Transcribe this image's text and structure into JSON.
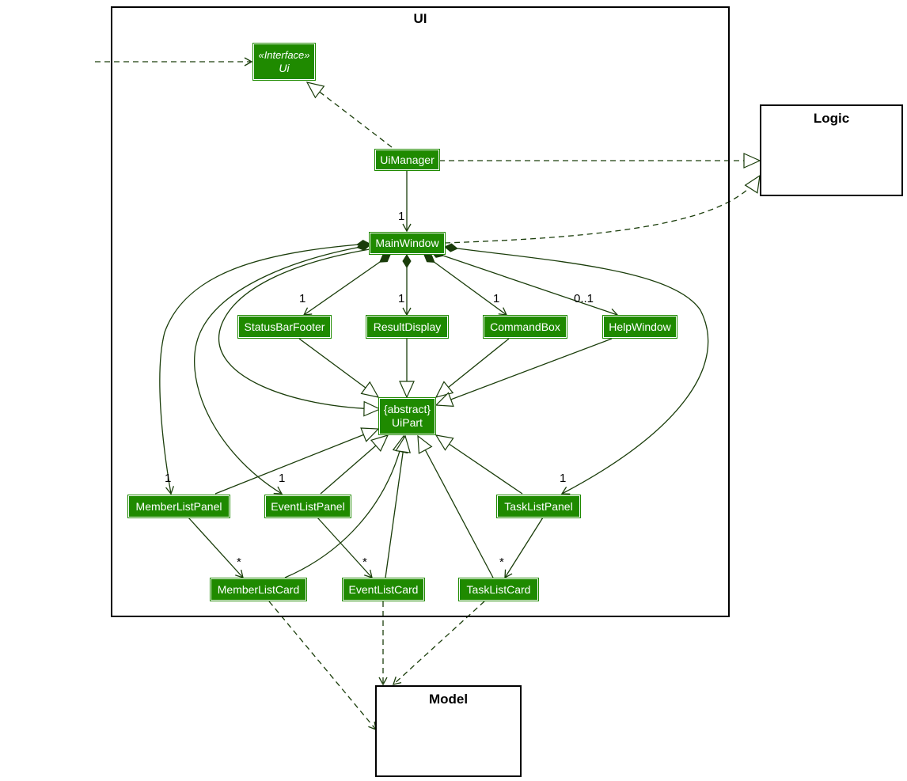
{
  "packages": {
    "ui": "UI",
    "logic": "Logic",
    "model": "Model"
  },
  "classes": {
    "ui_interface": {
      "stereotype": "«Interface»",
      "name": "Ui"
    },
    "ui_manager": "UiManager",
    "main_window": "MainWindow",
    "status_bar_footer": "StatusBarFooter",
    "result_display": "ResultDisplay",
    "command_box": "CommandBox",
    "help_window": "HelpWindow",
    "ui_part": {
      "stereotype": "{abstract}",
      "name": "UiPart"
    },
    "member_list_panel": "MemberListPanel",
    "event_list_panel": "EventListPanel",
    "task_list_panel": "TaskListPanel",
    "member_list_card": "MemberListCard",
    "event_list_card": "EventListCard",
    "task_list_card": "TaskListCard"
  },
  "multiplicities": {
    "uimanager_mainwindow": "1",
    "statusbar": "1",
    "resultdisplay": "1",
    "commandbox": "1",
    "helpwindow": "0..1",
    "memberlistpanel": "1",
    "eventlistpanel": "1",
    "tasklistpanel": "1",
    "memberlistcard": "*",
    "eventlistcard": "*",
    "tasklistcard": "*"
  },
  "colors": {
    "class_fill": "#1f8a00",
    "line": "#1a3d0a",
    "package_border": "#000000"
  }
}
